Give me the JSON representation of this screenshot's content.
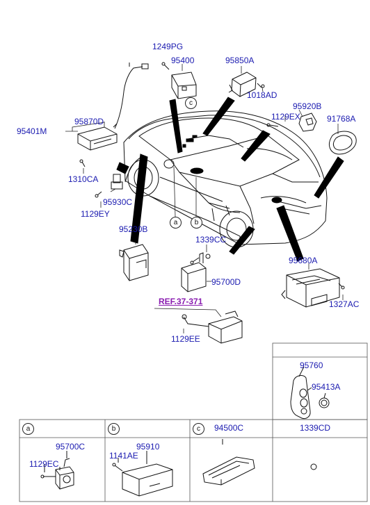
{
  "labels": {
    "p1249PG": "1249PG",
    "p95400": "95400",
    "p95850A": "95850A",
    "p1018AD": "1018AD",
    "p95920B": "95920B",
    "p1129EX": "1129EX",
    "p91768A": "91768A",
    "p95870D": "95870D",
    "p95401M": "95401M",
    "p1310CA": "1310CA",
    "p95930C": "95930C",
    "p1129EY": "1129EY",
    "p95230B": "95230B",
    "p1339CC": "1339CC",
    "p95680A": "95680A",
    "p95700D": "95700D",
    "p1327AC": "1327AC",
    "ref": "REF.37-371",
    "p1129EE": "1129EE",
    "p95760": "95760",
    "p95413A": "95413A"
  },
  "callouts": {
    "a": "a",
    "b": "b",
    "c": "c"
  },
  "table": {
    "a": {
      "key": "a",
      "p1": "95700C",
      "p2": "1129EC"
    },
    "b": {
      "key": "b",
      "p1": "95910",
      "p2": "1141AE"
    },
    "c": {
      "key": "c",
      "part": "94500C"
    },
    "d": {
      "part": "1339CD"
    }
  },
  "colors": {
    "label_blue": "#1a1ab0",
    "ref_purple": "#8a1db0",
    "line_black": "#111111"
  }
}
